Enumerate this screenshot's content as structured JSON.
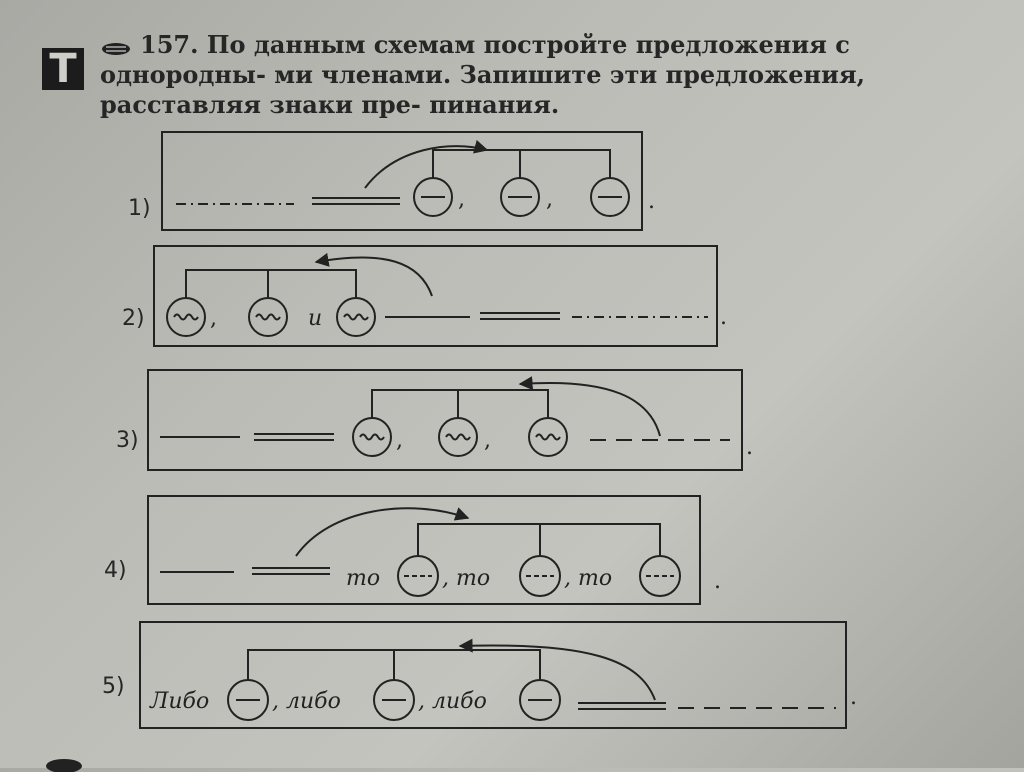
{
  "task": {
    "number": "157.",
    "text": "По данным схемам постройте предложения с однородны- ми членами. Запишите эти предложения, расставляя знаки пре- пинания.",
    "icons": [
      "T-badge-icon",
      "pencil-icon"
    ]
  },
  "schemes": [
    {
      "label": "1)",
      "connectors": [
        ",",
        ","
      ],
      "end": "."
    },
    {
      "label": "2)",
      "connectors": [
        ",",
        "и"
      ],
      "end": "."
    },
    {
      "label": "3)",
      "connectors": [
        ",",
        ","
      ],
      "end": "."
    },
    {
      "label": "4)",
      "connectors": [
        "то",
        ", то",
        ", то"
      ],
      "end": "."
    },
    {
      "label": "5)",
      "connectors": [
        "Либо",
        ", либо",
        ", либо"
      ],
      "end": "."
    }
  ]
}
